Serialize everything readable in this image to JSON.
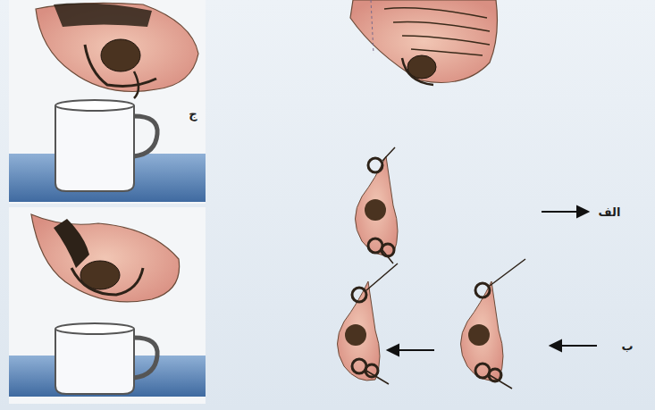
{
  "diagram": {
    "labels": [
      "ج",
      "الف",
      "ب"
    ]
  }
}
